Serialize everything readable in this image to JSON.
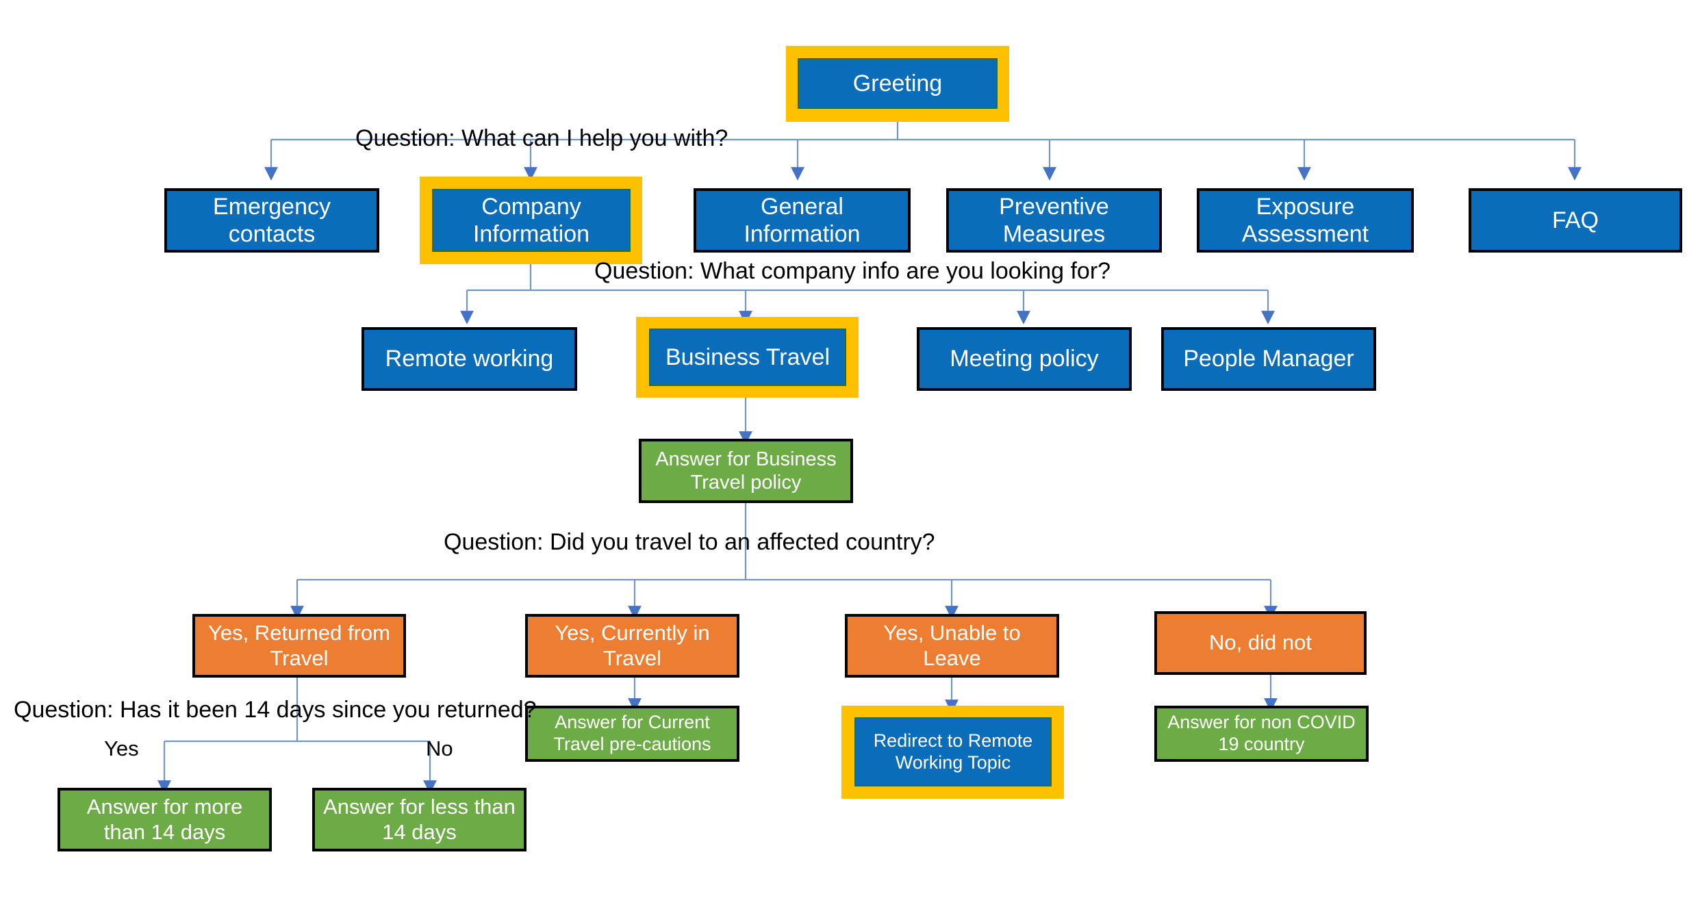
{
  "diagram": {
    "title_node": "Greeting",
    "colors": {
      "blue": "#0a6dba",
      "green": "#6cab45",
      "orange": "#ed7d31",
      "highlight": "#ffc000",
      "connector": "#4f81bd",
      "border": "#000000",
      "text_on_node": "#ffffff",
      "label_text": "#000000"
    },
    "questions": [
      {
        "id": "q1",
        "text": "Question: What can I help you with?"
      },
      {
        "id": "q2",
        "text": "Question: What company info are you looking for?"
      },
      {
        "id": "q3",
        "text": "Question: Did you travel to an affected country?"
      },
      {
        "id": "q4",
        "text": "Question: Has it been 14 days since you returned?"
      }
    ],
    "edge_labels": [
      {
        "id": "yes",
        "text": "Yes"
      },
      {
        "id": "no",
        "text": "No"
      }
    ],
    "nodes": [
      {
        "id": "greeting",
        "label": "Greeting",
        "type": "blue",
        "highlighted": true
      },
      {
        "id": "emergency",
        "label": "Emergency contacts",
        "type": "blue",
        "highlighted": false
      },
      {
        "id": "company-info",
        "label": "Company Information",
        "type": "blue",
        "highlighted": true
      },
      {
        "id": "general-info",
        "label": "General Information",
        "type": "blue",
        "highlighted": false
      },
      {
        "id": "preventive",
        "label": "Preventive Measures",
        "type": "blue",
        "highlighted": false
      },
      {
        "id": "exposure",
        "label": "Exposure Assessment",
        "type": "blue",
        "highlighted": false
      },
      {
        "id": "faq",
        "label": "FAQ",
        "type": "blue",
        "highlighted": false
      },
      {
        "id": "remote-working",
        "label": "Remote working",
        "type": "blue",
        "highlighted": false
      },
      {
        "id": "business-travel",
        "label": "Business Travel",
        "type": "blue",
        "highlighted": true
      },
      {
        "id": "meeting-policy",
        "label": "Meeting policy",
        "type": "blue",
        "highlighted": false
      },
      {
        "id": "people-manager",
        "label": "People Manager",
        "type": "blue",
        "highlighted": false
      },
      {
        "id": "ans-bt",
        "label": "Answer for Business Travel policy",
        "type": "green",
        "highlighted": false
      },
      {
        "id": "yes-returned",
        "label": "Yes, Returned from Travel",
        "type": "orange",
        "highlighted": false
      },
      {
        "id": "yes-current",
        "label": "Yes, Currently in Travel",
        "type": "orange",
        "highlighted": false
      },
      {
        "id": "yes-unable",
        "label": "Yes, Unable to Leave",
        "type": "orange",
        "highlighted": false
      },
      {
        "id": "no-did-not",
        "label": "No, did not",
        "type": "orange",
        "highlighted": false
      },
      {
        "id": "ans-current",
        "label": "Answer for Current Travel pre-cautions",
        "type": "green",
        "highlighted": false
      },
      {
        "id": "redirect-remote",
        "label": "Redirect to Remote Working Topic",
        "type": "blue",
        "highlighted": true
      },
      {
        "id": "ans-noncovid",
        "label": "Answer for non COVID 19 country",
        "type": "green",
        "highlighted": false
      },
      {
        "id": "ans-more14",
        "label": "Answer for more than 14 days",
        "type": "green",
        "highlighted": false
      },
      {
        "id": "ans-less14",
        "label": "Answer for less than 14 days",
        "type": "green",
        "highlighted": false
      }
    ]
  }
}
